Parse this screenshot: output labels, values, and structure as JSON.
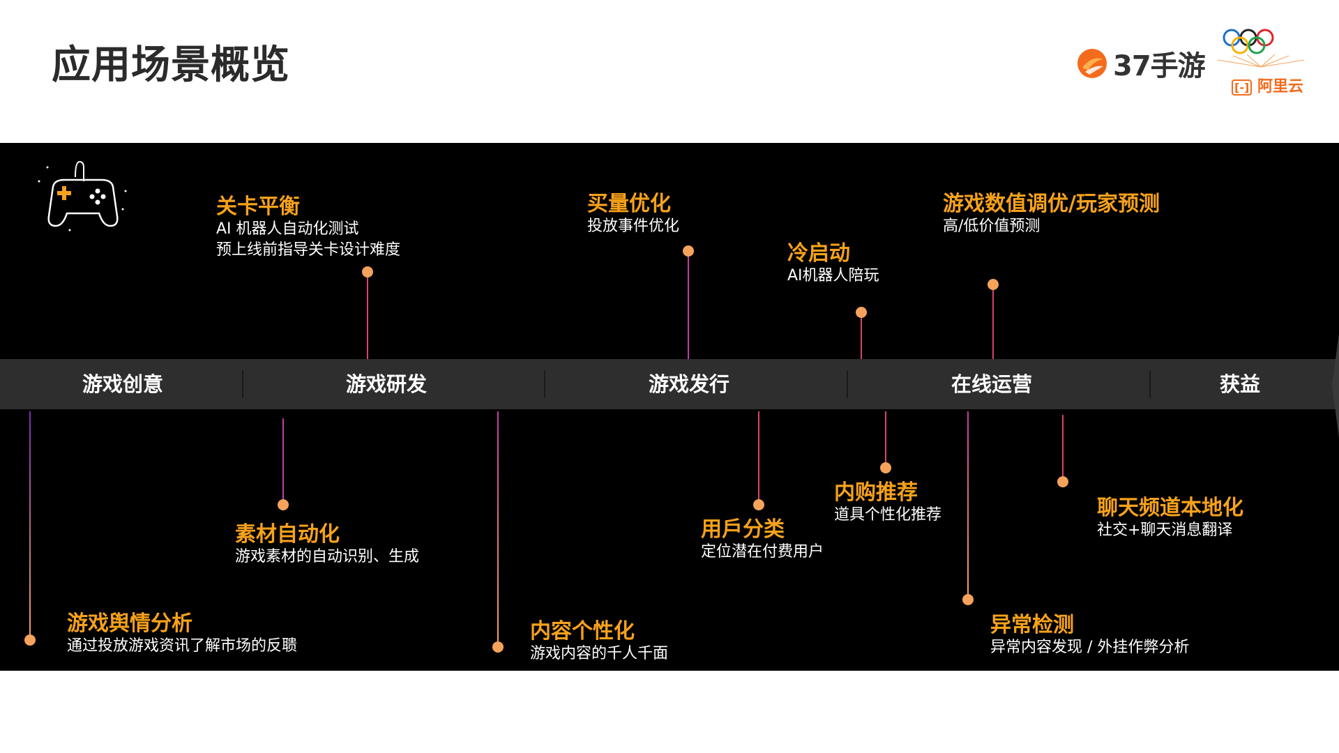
{
  "title": "应用场景概览",
  "brand": {
    "logo_text": "37手游",
    "partner_name": "阿里云",
    "logo_icon": "37-logo-icon",
    "partner_icon": "olympic-rings-icon"
  },
  "colors": {
    "accent_orange": "#f7a21b",
    "dot": "#f5a35c",
    "panel_bg": "#000000",
    "band_bg": "#2e2e2e"
  },
  "timeline": {
    "stages": [
      "游戏创意",
      "游戏研发",
      "游戏发行",
      "在线运营",
      "获益"
    ]
  },
  "items": {
    "level_balance": {
      "title": "关卡平衡",
      "desc1": "AI 机器人自动化测试",
      "desc2": "预上线前指导关卡设计难度"
    },
    "ua_optimization": {
      "title": "买量优化",
      "desc1": "投放事件优化"
    },
    "cold_start": {
      "title": "冷启动",
      "desc1": "AI机器人陪玩"
    },
    "value_tuning": {
      "title": "游戏数值调优/玩家预测",
      "desc1": "高/低价值预测"
    },
    "asset_automation": {
      "title": "素材自动化",
      "desc1": "游戏素材的自动识别、生成"
    },
    "sentiment": {
      "title": "游戏舆情分析",
      "desc1": "通过投放游戏资讯了解市场的反聩"
    },
    "content_personalization": {
      "title": "内容个性化",
      "desc1": "游戏内容的千人千面"
    },
    "user_segmentation": {
      "title": "用戶分类",
      "desc1": "定位潜在付费用户"
    },
    "iap_recommendation": {
      "title": "内购推荐",
      "desc1": "道具个性化推荐"
    },
    "anomaly_detection": {
      "title": "异常检测",
      "desc1": "异常内容发现 /  外挂作弊分析"
    },
    "chat_localization": {
      "title": "聊天频道本地化",
      "desc1": "社交+聊天消息翻译"
    }
  }
}
